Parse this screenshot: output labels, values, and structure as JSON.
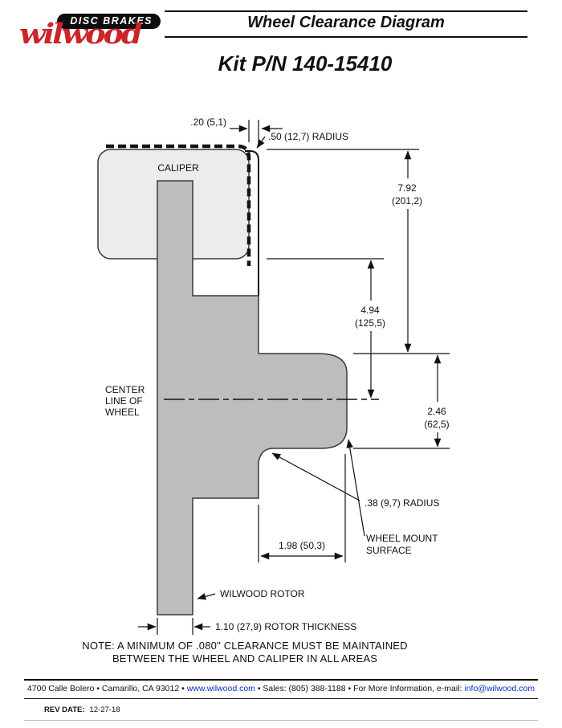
{
  "header": {
    "logo_banner": "DISC BRAKES",
    "logo_brand": "wilwood",
    "title": "Wheel Clearance Diagram",
    "kit": "Kit P/N 140-15410"
  },
  "diagram": {
    "caliper_label": "CALIPER",
    "clearance_dim": ".20 (5,1)",
    "top_radius": ".50 (12,7) RADIUS",
    "overall_height": {
      "in": "7.92",
      "mm": "(201,2)"
    },
    "caliper_to_center": {
      "in": "4.94",
      "mm": "(125,5)"
    },
    "center_to_mount": {
      "in": "2.46",
      "mm": "(62,5)"
    },
    "centerline": {
      "line1": "CENTER",
      "line2": "LINE OF",
      "line3": "WHEEL"
    },
    "fillet_radius": ".38 (9,7) RADIUS",
    "wheel_mount": {
      "line1": "WHEEL MOUNT",
      "line2": "SURFACE"
    },
    "mount_depth": "1.98 (50,3)",
    "rotor_label": "WILWOOD ROTOR",
    "rotor_thickness": "1.10 (27,9) ROTOR THICKNESS",
    "note": {
      "line1": "NOTE: A MINIMUM OF .080\" CLEARANCE MUST BE MAINTAINED",
      "line2": "BETWEEN THE WHEEL AND CALIPER IN ALL AREAS"
    },
    "colors": {
      "rotor_fill": "#bdbdbd",
      "caliper_fill": "#ececec",
      "line": "#111111",
      "brand_red": "#c9252b",
      "link_blue": "#0b2fc4"
    }
  },
  "footer": {
    "address": "4700 Calle Bolero • Camarillo, CA 93012 • ",
    "website": "www.wilwood.com",
    "middle": " • Sales: (805) 388-1188 • For More Information, e-mail: ",
    "email": "info@wilwood.com",
    "rev_label": "REV DATE:",
    "rev_value": "12-27-18"
  }
}
